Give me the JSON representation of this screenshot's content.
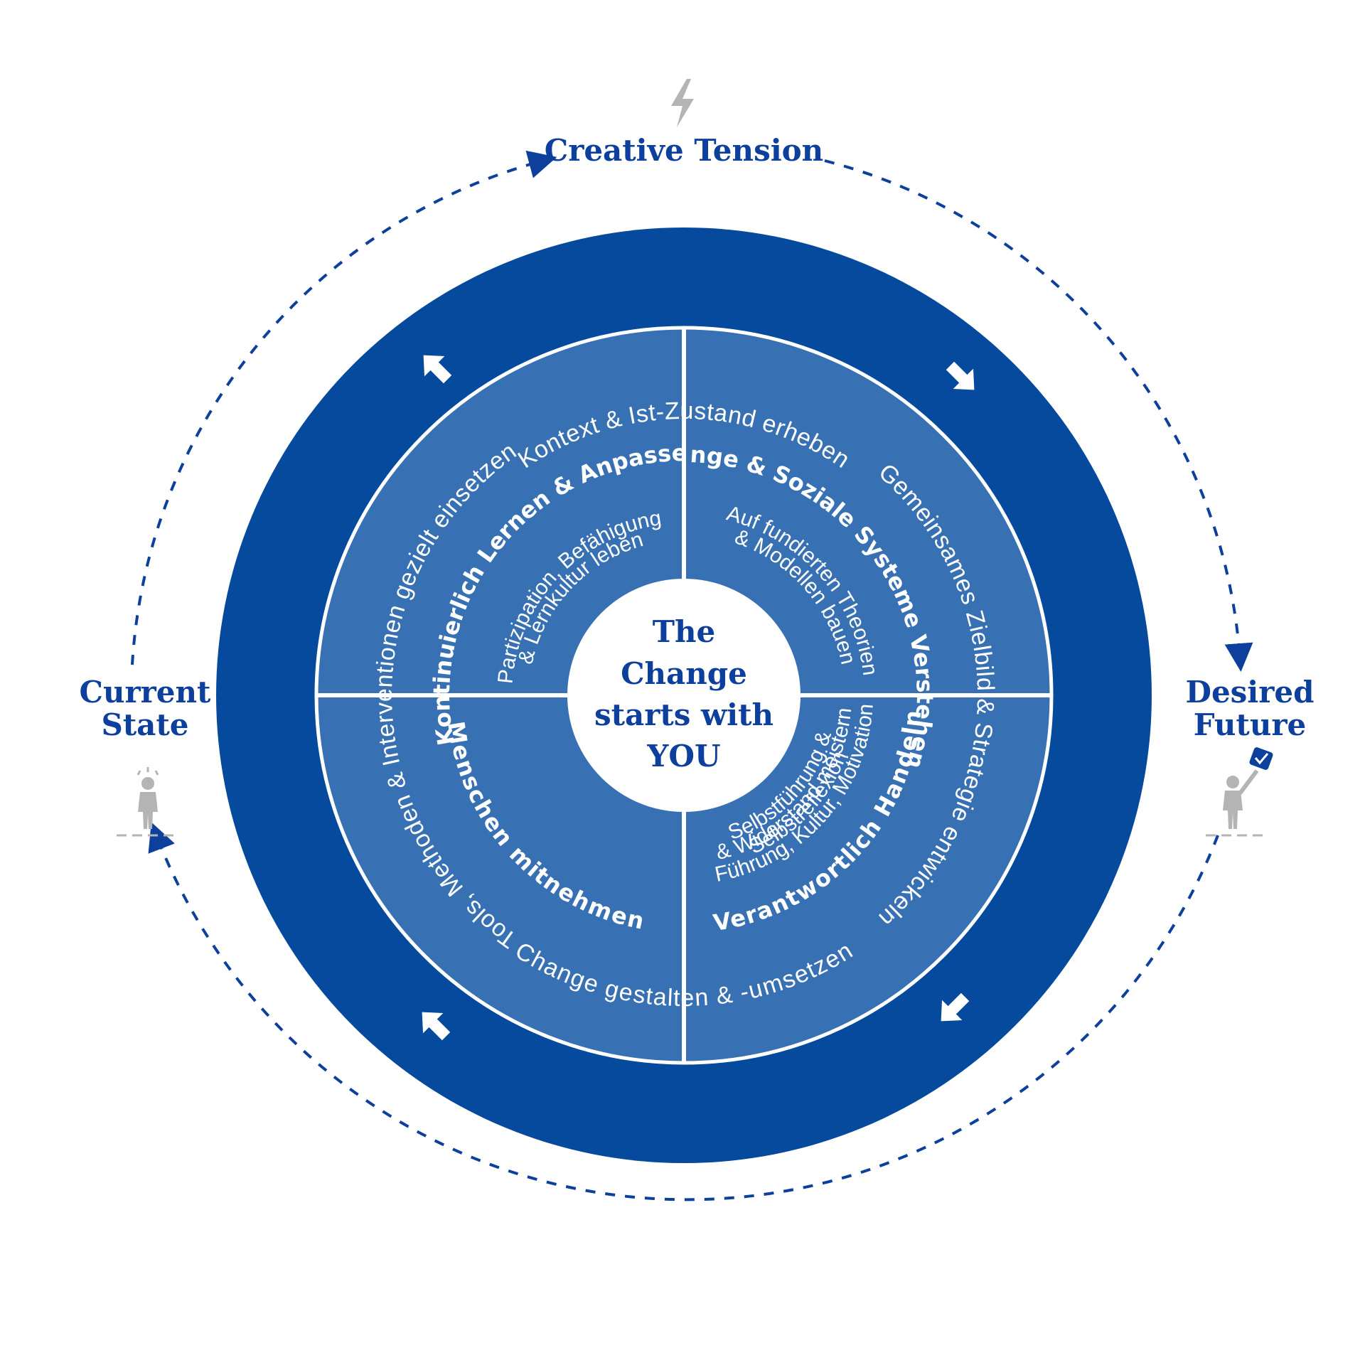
{
  "colors": {
    "outer_ring": "#064a9e",
    "quadrant": "#3770b3",
    "dashed_path": "#0d3f9c",
    "title_text": "#0d3f9c",
    "figure_grey": "#b4b4b4",
    "white": "#ffffff"
  },
  "top": {
    "label": "Creative Tension",
    "icon": "lightning-icon"
  },
  "left": {
    "label_line1": "Current",
    "label_line2": "State",
    "icon": "person-icon"
  },
  "right": {
    "label_line1": "Desired",
    "label_line2": "Future",
    "icon": "person-flag-icon"
  },
  "ring": {
    "top": "Kontext & Ist-Zustand erheben",
    "right": "Gemeinsames Zielbild & Strategie entwickeln",
    "bottom": "Change gestalten & -umsetzen",
    "left": "Tools, Methoden & Interventionen gezielt einsetzen"
  },
  "quadrants": {
    "top_left": {
      "title": "Kontinuierlich Lernen & Anpassen",
      "sub_line1": "Partizipation, Befähigung",
      "sub_line2": "& Lernkultur leben"
    },
    "top_right": {
      "title": "Change & Soziale Systeme Verstehen",
      "sub_line1": "Auf fundierten Theorien",
      "sub_line2": "& Modellen bauen"
    },
    "bottom_left": {
      "title": "Menschen mitnehmen",
      "sub_line1": "Führung, Kultur, Motivation",
      "sub_line2": "& Widerstand meistern"
    },
    "bottom_right": {
      "title": "Verantwortlich Handeln",
      "sub_line1": "Selbstführung &",
      "sub_line2": "Selbstreflexion"
    }
  },
  "center": {
    "line1": "The",
    "line2": "Change",
    "line3": "starts with",
    "line4": "YOU"
  }
}
